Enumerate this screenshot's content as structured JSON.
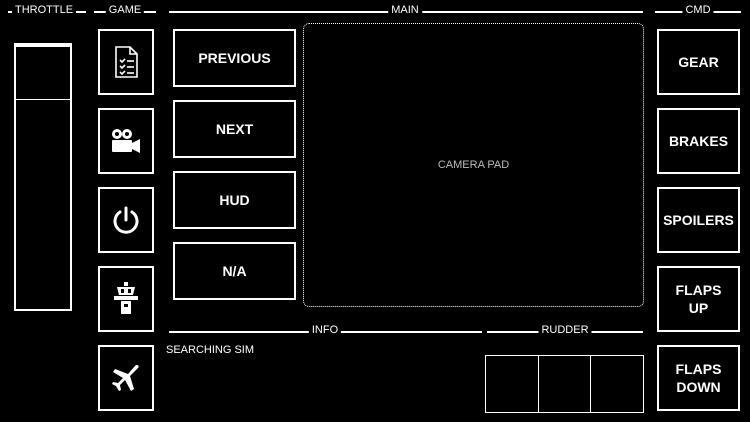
{
  "sections": {
    "throttle": "THROTTLE",
    "game": "GAME",
    "main": "MAIN",
    "cmd": "CMD",
    "info": "INFO",
    "rudder": "RUDDER"
  },
  "game_icons": [
    "clipboard-icon",
    "video-camera-icon",
    "power-icon",
    "control-tower-icon",
    "airplane-icon"
  ],
  "main_buttons": {
    "previous": "PREVIOUS",
    "next": "NEXT",
    "hud": "HUD",
    "na": "N/A"
  },
  "camera_pad": "CAMERA PAD",
  "cmd_buttons": {
    "gear": "GEAR",
    "brakes": "BRAKES",
    "spoilers": "SPOILERS",
    "flaps_up": "FLAPS\nUP",
    "flaps_down": "FLAPS\nDOWN"
  },
  "info": {
    "status": "SEARCHING SIM"
  },
  "throttle": {
    "level": 0.0
  }
}
